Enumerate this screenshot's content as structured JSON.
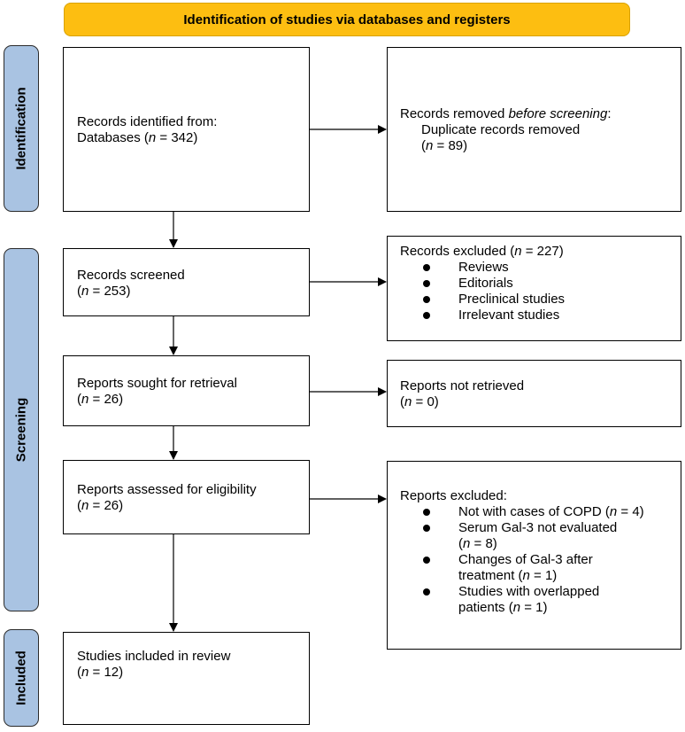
{
  "header": {
    "title": "Identification of studies via databases and registers"
  },
  "phases": {
    "identification": "Identification",
    "screening": "Screening",
    "included": "Included"
  },
  "n_symbol": "n",
  "boxes": {
    "identified": {
      "line1": "Records identified from:",
      "line2_prefix": "Databases (",
      "line2_suffix": " = 342)"
    },
    "removed": {
      "line1_prefix": "Records removed ",
      "line1_italic": "before screening",
      "line1_suffix": ":",
      "line2": "Duplicate records removed",
      "line3_prefix": "(",
      "line3_suffix": " = 89)"
    },
    "screened": {
      "line1": "Records screened",
      "line2_prefix": "(",
      "line2_suffix": " = 253)"
    },
    "excluded": {
      "title_prefix": "Records excluded (",
      "title_suffix": " = 227)",
      "items": [
        "Reviews",
        "Editorials",
        "Preclinical studies",
        "Irrelevant studies"
      ]
    },
    "sought": {
      "line1": "Reports sought for retrieval",
      "line2_prefix": "(",
      "line2_suffix": " = 26)"
    },
    "not_retrieved": {
      "line1": "Reports not retrieved",
      "line2_prefix": "(",
      "line2_suffix": " = 0)"
    },
    "assessed": {
      "line1": "Reports assessed for eligibility",
      "line2_prefix": "(",
      "line2_suffix": " = 26)"
    },
    "reports_excluded": {
      "title": "Reports excluded:",
      "items": [
        {
          "line1_prefix": "Not with cases of COPD (",
          "line1_suffix": " = 4)",
          "line2_prefix": "",
          "line2_suffix": ""
        },
        {
          "line1_prefix": "Serum Gal-3 not evaluated",
          "line1_suffix": "",
          "line2_prefix": "(",
          "line2_suffix": " = 8)"
        },
        {
          "line1_prefix": "Changes of Gal-3 after",
          "line1_suffix": "",
          "line2_prefix": "treatment (",
          "line2_suffix": " = 1)"
        },
        {
          "line1_prefix": "Studies with overlapped",
          "line1_suffix": "",
          "line2_prefix": "patients (",
          "line2_suffix": " = 1)"
        }
      ]
    },
    "included": {
      "line1": "Studies included in review",
      "line2_prefix": "(",
      "line2_suffix": " = 12)"
    }
  },
  "colors": {
    "header_fill": "#fdbe11",
    "phase_fill": "#a9c3e2"
  }
}
